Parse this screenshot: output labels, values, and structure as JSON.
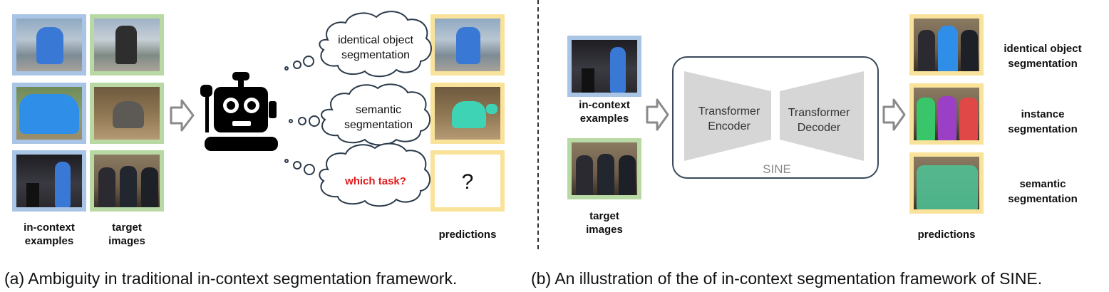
{
  "panel_a": {
    "col_labels": {
      "in_context": "in-context\nexamples",
      "target": "target\nimages",
      "predictions": "predictions"
    },
    "clouds": {
      "identical": "identical object\nsegmentation",
      "semantic": "semantic\nsegmentation",
      "which_task": "which task?"
    },
    "unknown_prediction": "?"
  },
  "panel_b": {
    "in_context_label": "in-context\nexamples",
    "target_label": "target\nimages",
    "encoder_label": "Transformer\nEncoder",
    "decoder_label": "Transformer\nDecoder",
    "model_name": "SINE",
    "predictions_label": "predictions",
    "task_labels": {
      "identical": "identical object\nsegmentation",
      "instance": "instance\nsegmentation",
      "semantic": "semantic\nsegmentation"
    }
  },
  "captions": {
    "a": "(a) Ambiguity in traditional in-context segmentation framework.",
    "b": "(b) An illustration of the of in-context segmentation framework of SINE."
  },
  "colors": {
    "example_border": "#a9c4e4",
    "target_border": "#b9d9a4",
    "prediction_border": "#f9e39a",
    "which_task_text": "#e0191b",
    "arrow": "#8a8a8a",
    "transformer_fill": "#d6d6d6",
    "sine_box": "#3a4a5c"
  }
}
